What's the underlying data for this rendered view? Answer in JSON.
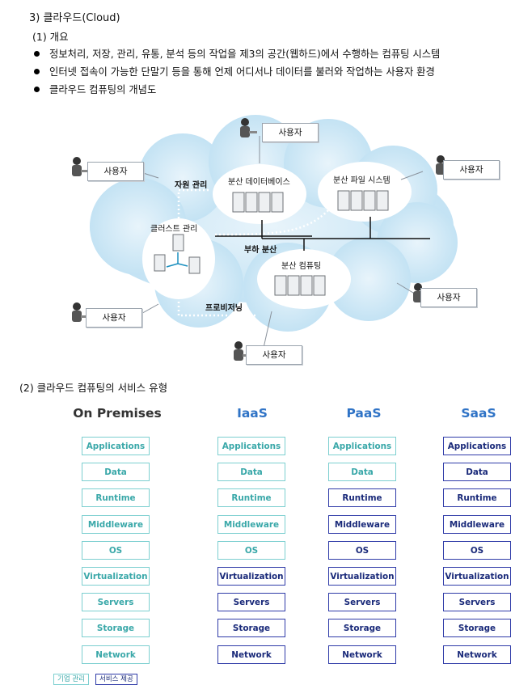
{
  "section_title": "3) 클라우드(Cloud)",
  "overview": {
    "heading": "(1) 개요",
    "bullets": [
      "정보처리, 저장, 관리, 유통, 분석 등의 작업을 제3의 공간(웹하드)에서 수행하는 컴퓨팅 시스템",
      "인터넷 접속이 가능한 단말기 등을 통해 언제 어디서나 데이터를 불러와 작업하는 사용자 환경",
      "클라우드 컴퓨팅의 개념도"
    ]
  },
  "diagram": {
    "user_label": "사용자",
    "labels": {
      "resource_mgmt": "자원 관리",
      "distributed_db": "분산 데이터베이스",
      "distributed_fs": "분산 파일 시스템",
      "cluster_mgmt": "클러스트 관리",
      "load_balance": "부하 분산",
      "distributed_computing": "분산 컴퓨팅",
      "provisioning": "프로비저닝"
    }
  },
  "service_models": {
    "heading": "(2) 클라우드 컴퓨팅의 서비스 유형",
    "layers": [
      "Applications",
      "Data",
      "Runtime",
      "Middleware",
      "OS",
      "Virtualization",
      "Servers",
      "Storage",
      "Network"
    ],
    "columns": [
      {
        "name": "On Premises",
        "provided_from": 9
      },
      {
        "name": "IaaS",
        "provided_from": 5
      },
      {
        "name": "PaaS",
        "provided_from": 2
      },
      {
        "name": "SaaS",
        "provided_from": 0
      }
    ],
    "colors": {
      "managed": "#3aa8a9",
      "provided": "#1a2a7a",
      "header_onprem": "#333333",
      "header_cloud": "#2f73c6"
    },
    "legend": {
      "managed": "기업 관리",
      "provided": "서비스 제공"
    }
  }
}
